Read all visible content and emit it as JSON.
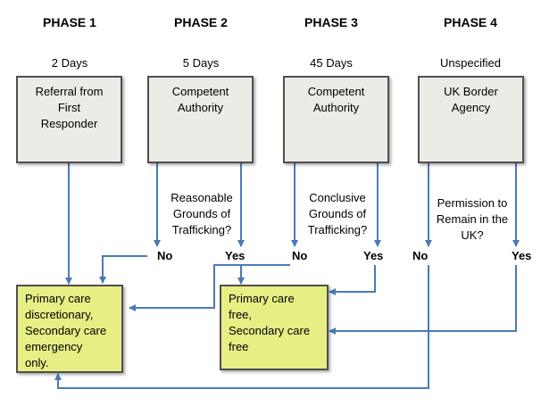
{
  "phases": [
    {
      "title": "PHASE 1",
      "duration": "2 Days",
      "box": "Referral from\nFirst\nResponder"
    },
    {
      "title": "PHASE 2",
      "duration": "5 Days",
      "box": "Competent\nAuthority"
    },
    {
      "title": "PHASE 3",
      "duration": "45 Days",
      "box": "Competent\nAuthority"
    },
    {
      "title": "PHASE 4",
      "duration": "Unspecified",
      "box": "UK Border\nAgency"
    }
  ],
  "questions": [
    "Reasonable\nGrounds of\nTrafficking?",
    "Conclusive\nGrounds of\nTrafficking?",
    "Permission to\nRemain in the\nUK?"
  ],
  "answers": {
    "no": "No",
    "yes": "Yes"
  },
  "outcomes": {
    "left": "Primary care\ndiscretionary,\nSecondary care\nemergency\nonly.",
    "right": "Primary care\nfree,\nSecondary care\nfree"
  },
  "colors": {
    "arrow": "#4a7ab5",
    "phase_box": "#ecebe6",
    "outcome_box": "#e6ee84"
  }
}
